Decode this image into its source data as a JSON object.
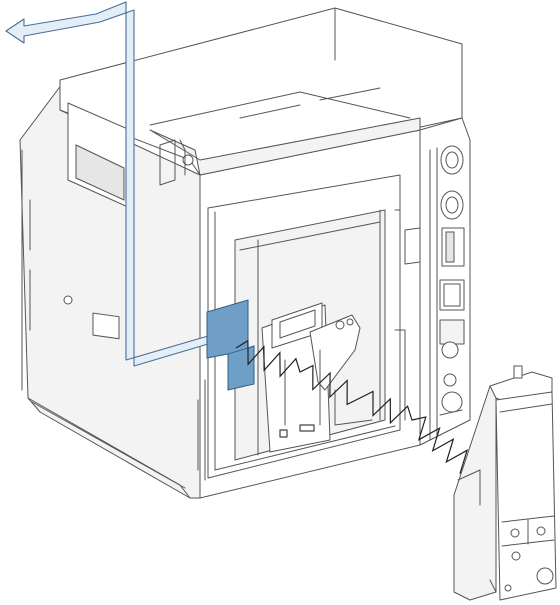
{
  "figure": {
    "kind": "technical illustration",
    "colors": {
      "line": "#555555",
      "arrow_fill": "#e4eef7",
      "arrow_stroke": "#4a6f95",
      "connector_fill": "#6f9fc6",
      "connector_stroke": "#2f5f86",
      "cable": "#222222"
    },
    "parts": [
      "breaker-body",
      "front-panel",
      "routing-arrow",
      "connector-block",
      "coiled-cable",
      "trip-unit-module"
    ]
  }
}
